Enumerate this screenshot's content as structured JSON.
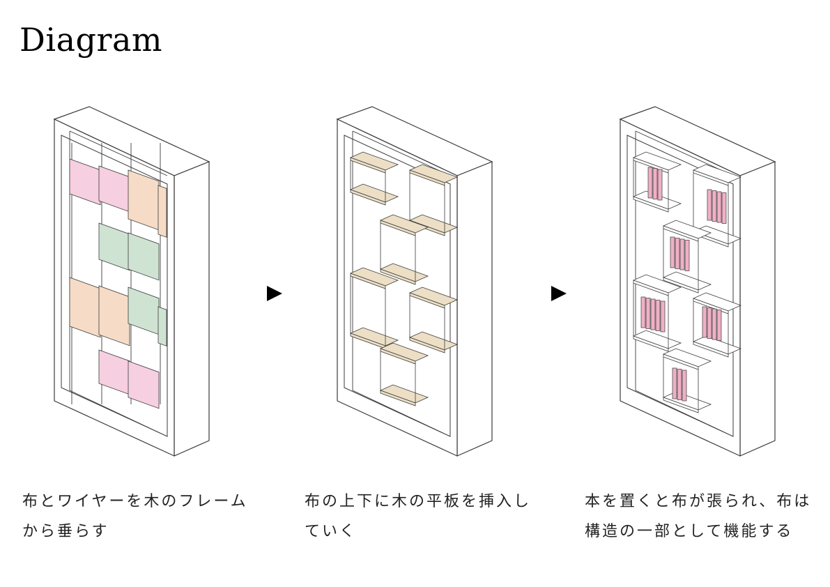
{
  "title": "Diagram",
  "steps": [
    {
      "caption_lines": [
        "布とワイヤーを木のフレーム",
        "から垂らす"
      ]
    },
    {
      "caption_lines": [
        "布の上下に木の平板を挿入し",
        "ていく"
      ]
    },
    {
      "caption_lines": [
        "本を置くと布が張られ、布は",
        "構造の一部として機能する"
      ]
    }
  ],
  "colors": {
    "line": "#3a3a3a",
    "frame": "#ffffff",
    "fabric_pink": "#f6cfe0",
    "fabric_peach": "#f6dcc6",
    "fabric_green": "#cfe3d3",
    "shelf_wood": "#ecdfc6",
    "book_pink": "#efb0c6"
  }
}
